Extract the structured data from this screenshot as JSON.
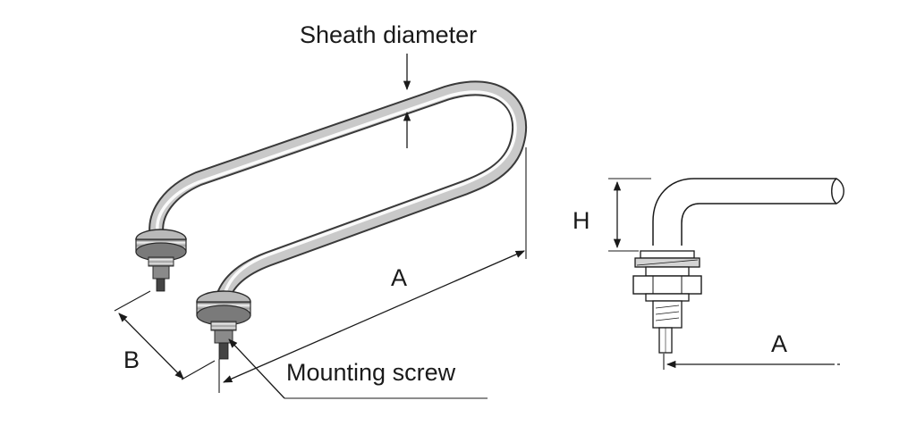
{
  "labels": {
    "sheath_diameter": "Sheath diameter",
    "mounting_screw": "Mounting screw",
    "dim_a_main": "A",
    "dim_b": "B",
    "dim_h": "H",
    "dim_a_side": "A"
  }
}
